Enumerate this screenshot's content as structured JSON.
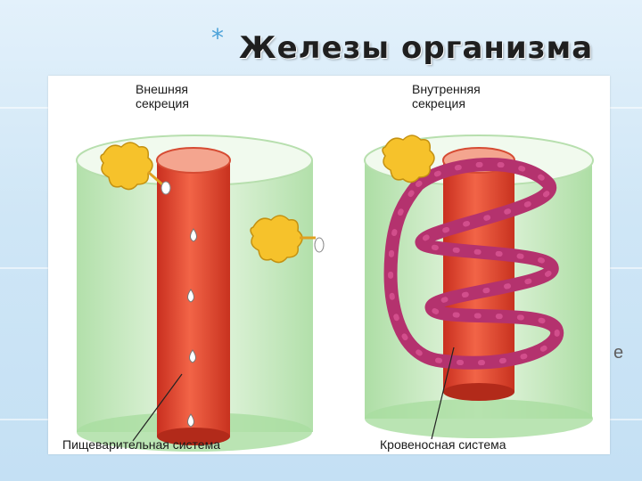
{
  "slide": {
    "bullet": "*",
    "title": "Железы организма",
    "edge_fragment": "е"
  },
  "diagram": {
    "left_panel": {
      "heading_line1": "Внешняя",
      "heading_line2": "секреция",
      "caption": "Пищеварительная система"
    },
    "right_panel": {
      "heading_line1": "Внутренняя",
      "heading_line2": "секреция",
      "caption": "Кровеносная система"
    }
  },
  "colors": {
    "accent": "#4da3d9",
    "gland": "#f6c22b",
    "organ": "#e2452e",
    "vessel": "#b4326e",
    "tissue": "#c9e8c0"
  }
}
